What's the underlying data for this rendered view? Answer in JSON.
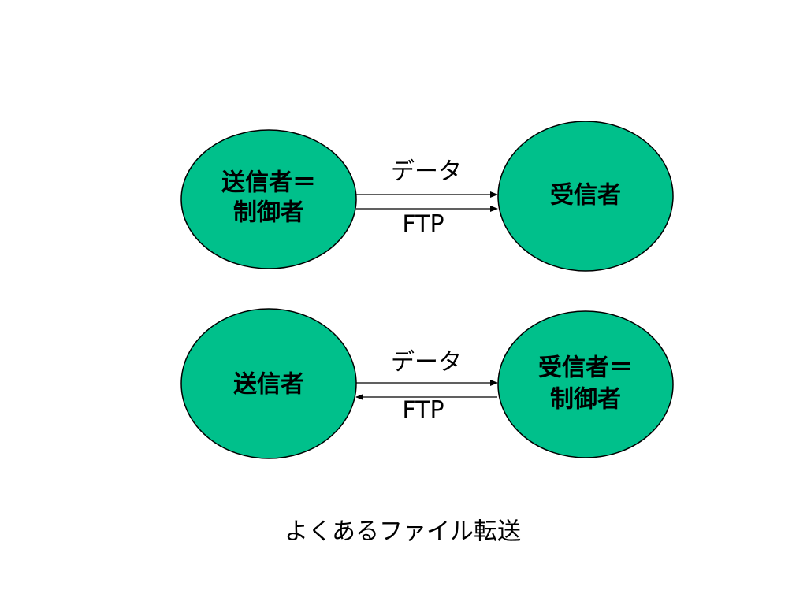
{
  "colors": {
    "node_fill": "#00c08b",
    "node_stroke": "#000000",
    "text": "#000000",
    "background": "#ffffff"
  },
  "diagram1": {
    "left_node": {
      "line1": "送信者＝",
      "line2": "制御者"
    },
    "right_node": {
      "line1": "受信者"
    },
    "data_label": "データ",
    "ftp_label": "FTP",
    "data_direction": "left-to-right",
    "ftp_direction": "left-to-right"
  },
  "diagram2": {
    "left_node": {
      "line1": "送信者"
    },
    "right_node": {
      "line1": "受信者＝",
      "line2": "制御者"
    },
    "data_label": "データ",
    "ftp_label": "FTP",
    "data_direction": "left-to-right",
    "ftp_direction": "right-to-left"
  },
  "caption": "よくあるファイル転送"
}
